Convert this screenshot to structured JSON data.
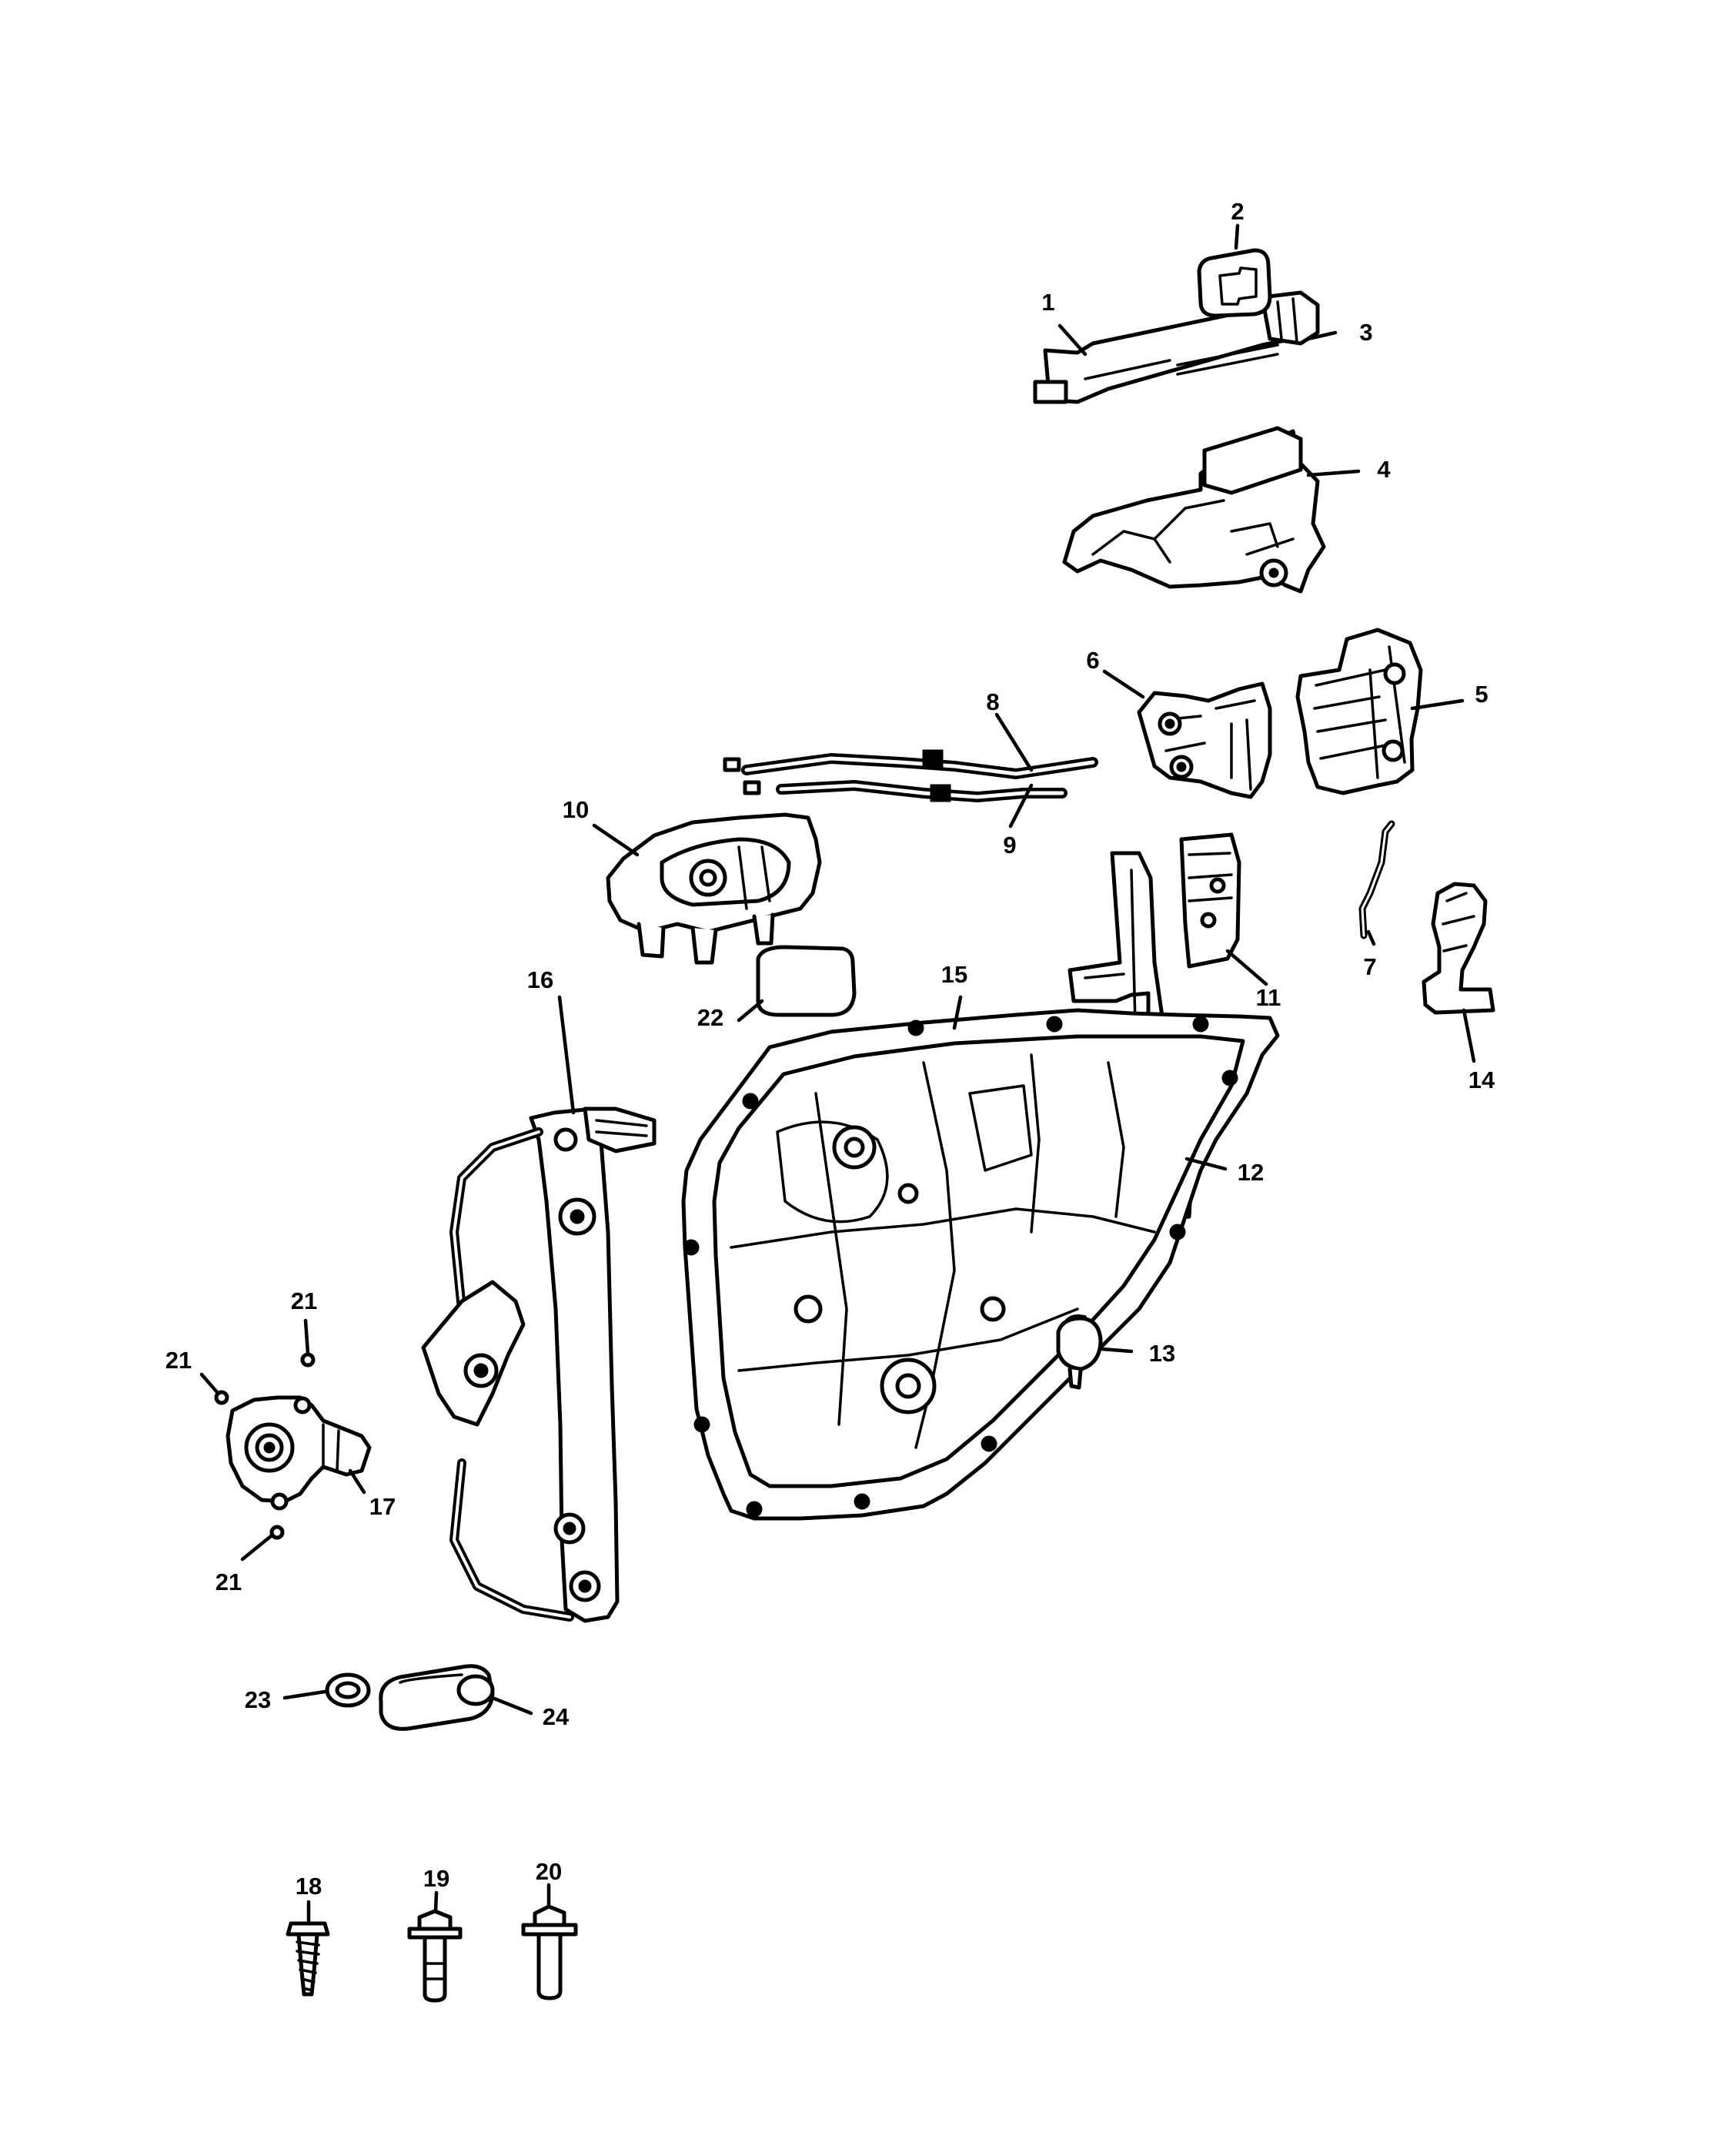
{
  "diagram": {
    "callouts": [
      "1",
      "2",
      "3",
      "4",
      "5",
      "6",
      "7",
      "8",
      "9",
      "10",
      "11",
      "12",
      "13",
      "14",
      "15",
      "16",
      "17",
      "18",
      "19",
      "20",
      "21",
      "21",
      "21",
      "22",
      "23",
      "24"
    ]
  }
}
